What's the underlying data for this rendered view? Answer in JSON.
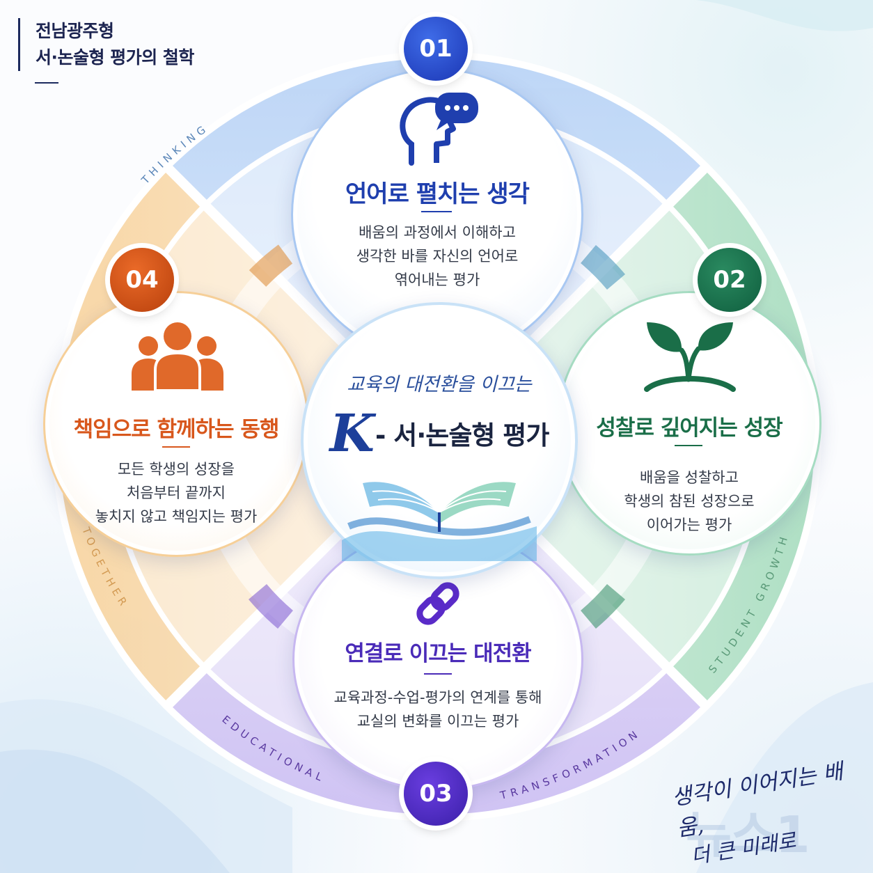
{
  "header": {
    "line1": "전남광주형",
    "line2": "서·논술형 평가의 철학"
  },
  "colors": {
    "blue": "#1f3fae",
    "green": "#1a6e48",
    "purple": "#4a2bb8",
    "orange": "#d8571c",
    "navy": "#1c2450"
  },
  "items": [
    {
      "number": "01",
      "icon": "head-speech-bubble-icon",
      "title": "언어로 펼치는 생각",
      "lines": [
        "배움의 과정에서 이해하고",
        "생각한 바를 자신의 언어로",
        "엮어내는 평가"
      ]
    },
    {
      "number": "02",
      "icon": "sprout-icon",
      "title": "성찰로 깊어지는 성장",
      "lines": [
        "배움을 성찰하고",
        "학생의 참된 성장으로",
        "이어가는 평가"
      ]
    },
    {
      "number": "03",
      "icon": "chain-link-icon",
      "title": "연결로 이끄는 대전환",
      "lines": [
        "교육과정-수업-평가의 연계를 통해",
        "교실의 변화를 이끄는 평가"
      ]
    },
    {
      "number": "04",
      "icon": "people-group-icon",
      "title": "책임으로 함께하는 동행",
      "lines": [
        "모든 학생의 성장을",
        "처음부터 끝까지",
        "놓치지 않고 책임지는 평가"
      ]
    }
  ],
  "center": {
    "script": "교육의 대전환을 이끄는",
    "k": "K",
    "main": "- 서·논술형 평가",
    "icon": "open-book-icon"
  },
  "ring_labels": {
    "thinking": "THINKING",
    "student_growth": "STUDENT GROWTH",
    "educational": "EDUCATIONAL",
    "transformation": "TRANSFORMATION",
    "together": "TOGETHER"
  },
  "signature": {
    "line1": "생각이 이어지는 배움,",
    "line2": "더 큰 미래로"
  },
  "watermark": "뉴스1"
}
